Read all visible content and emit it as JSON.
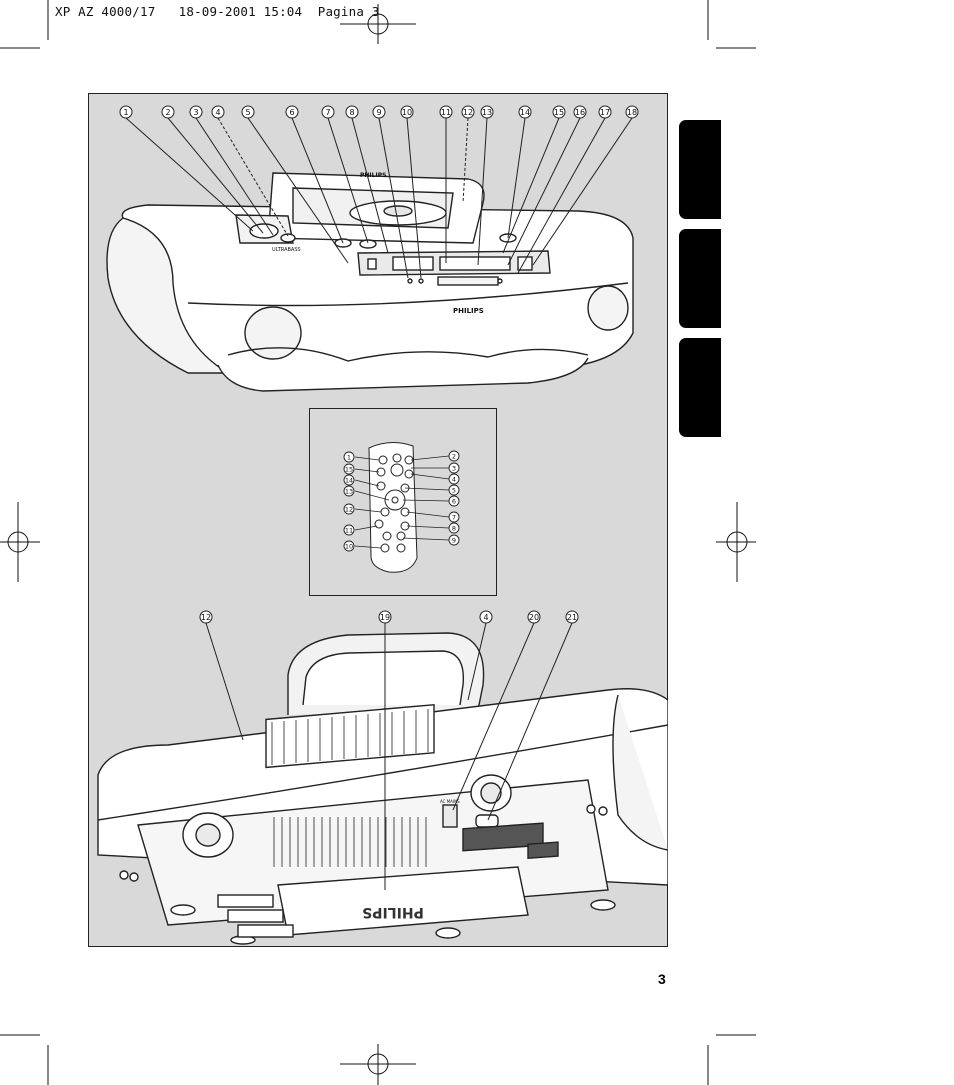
{
  "header": {
    "model": "XP AZ 4000/17",
    "date": "18-09-2001",
    "time": "15:04",
    "page_label": "Pagina 3"
  },
  "page_number": "3",
  "figure1": {
    "callouts": [
      "1",
      "2",
      "3",
      "4",
      "5",
      "6",
      "7",
      "8",
      "9",
      "10",
      "11",
      "12",
      "13",
      "14",
      "15",
      "16",
      "17",
      "18"
    ],
    "brand_top": "PHILIPS",
    "brand_front": "PHILIPS",
    "ultrabass_label": "ULTRABASS"
  },
  "figure2": {
    "left_callouts": [
      "1",
      "15",
      "14",
      "13",
      "12",
      "11",
      "10"
    ],
    "right_callouts": [
      "2",
      "3",
      "4",
      "5",
      "6",
      "7",
      "8",
      "9"
    ]
  },
  "figure3": {
    "callouts": [
      "12",
      "19",
      "4",
      "20",
      "21"
    ],
    "back_brand": "PHILIPS",
    "socket_label": "AC MAINS"
  },
  "colors": {
    "panel_bg": "#d9d9d9",
    "tab": "#000000",
    "line": "#222222"
  }
}
